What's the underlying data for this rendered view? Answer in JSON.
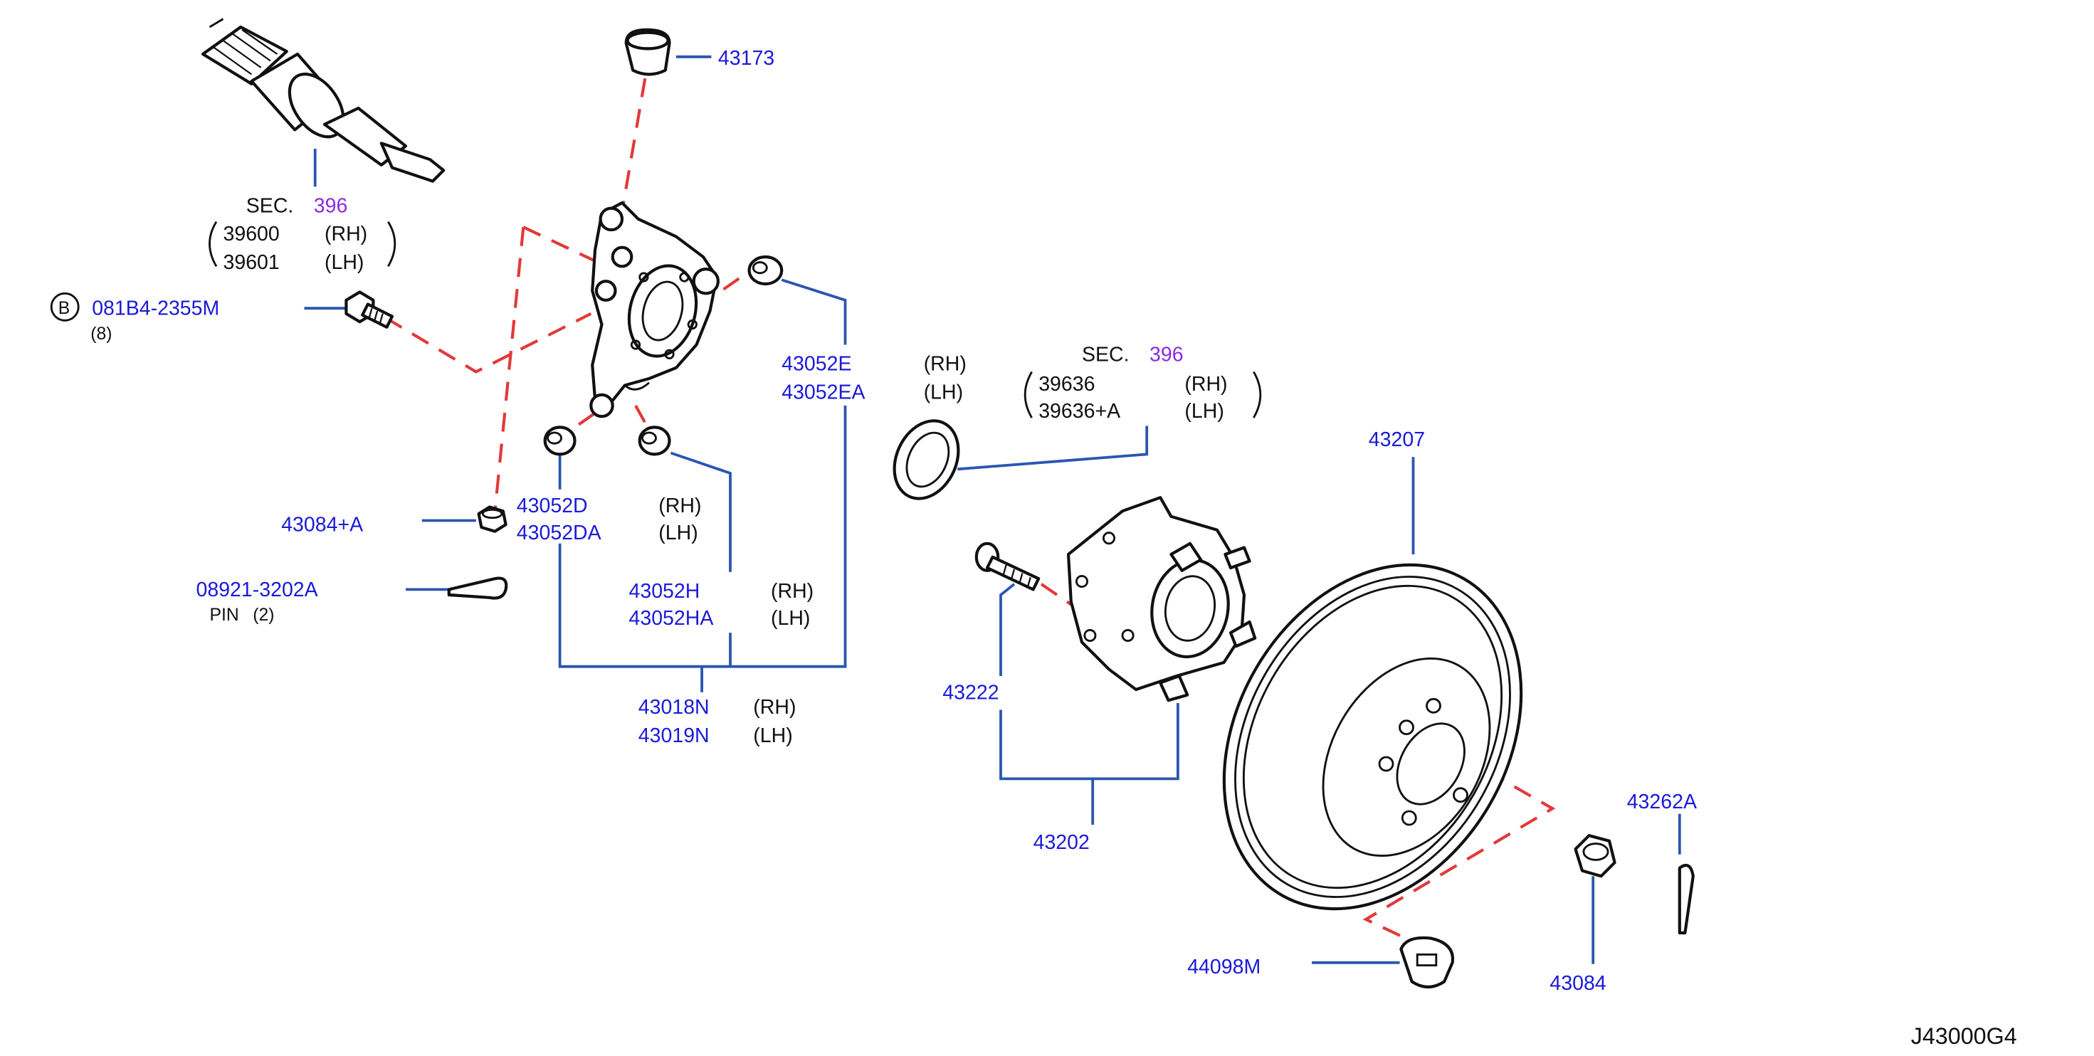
{
  "diagram_code": "J43000G4",
  "callouts": {
    "drive_shaft": {
      "sec": "SEC.",
      "sec_num": "396",
      "rh_part": "39600",
      "rh": "(RH)",
      "lh_part": "39601",
      "lh": "(LH)"
    },
    "bolt_b": {
      "circle": "B",
      "part": "081B4-2355M",
      "qty": "(8)"
    },
    "p43173": "43173",
    "p43084a": "43084+A",
    "pin": {
      "part": "08921-3202A",
      "label": "PIN",
      "qty": "(2)"
    },
    "bush_d": {
      "rh_part": "43052D",
      "rh": "(RH)",
      "lh_part": "43052DA",
      "lh": "(LH)"
    },
    "bush_h": {
      "rh_part": "43052H",
      "rh": "(RH)",
      "lh_part": "43052HA",
      "lh": "(LH)"
    },
    "bush_e": {
      "rh_part": "43052E",
      "rh": "(RH)",
      "lh_part": "43052EA",
      "lh": "(LH)"
    },
    "knuckle": {
      "rh_part": "43018N",
      "rh": "(RH)",
      "lh_part": "43019N",
      "lh": "(LH)"
    },
    "seal": {
      "sec": "SEC.",
      "sec_num": "396",
      "rh_part": "39636",
      "rh": "(RH)",
      "lh_part": "39636+A",
      "lh": "(LH)"
    },
    "p43207": "43207",
    "p43222": "43222",
    "p43202": "43202",
    "p43262a": "43262A",
    "p44098m": "44098M",
    "p43084": "43084"
  }
}
